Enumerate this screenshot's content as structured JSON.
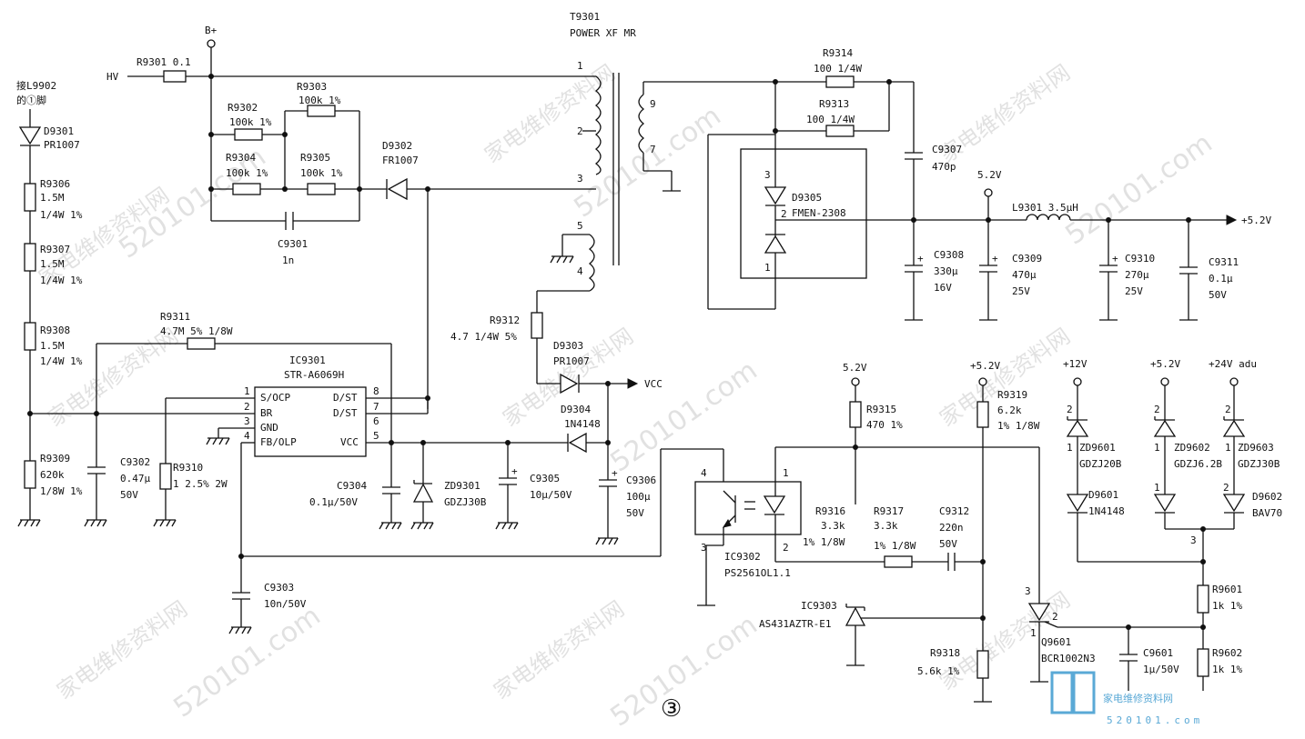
{
  "labels": {
    "b_plus": "B+",
    "hv": "HV",
    "r9301": "R9301 0.1",
    "t9301_ref": "T9301",
    "t9301_name": "POWER XF MR",
    "pin1": "1",
    "pin2": "2",
    "pin3": "3",
    "pin4": "4",
    "pin5": "5",
    "pin7": "7",
    "pin9": "9",
    "l9902_note1": "接L9902",
    "l9902_note2": "的①脚",
    "d9301_ref": "D9301",
    "d9301_val": "PR1007",
    "r9306_ref": "R9306",
    "r9306_v1": "1.5M",
    "r9306_v2": "1/4W 1%",
    "r9307_ref": "R9307",
    "r9307_v1": "1.5M",
    "r9307_v2": "1/4W 1%",
    "r9308_ref": "R9308",
    "r9308_v1": "1.5M",
    "r9308_v2": "1/4W 1%",
    "r9309_ref": "R9309",
    "r9309_v1": "620k",
    "r9309_v2": "1/8W 1%",
    "r9302_ref": "R9302",
    "r9302_val": "100k 1%",
    "r9303_ref": "R9303",
    "r9303_val": "100k 1%",
    "r9304_ref": "R9304",
    "r9304_val": "100k 1%",
    "r9305_ref": "R9305",
    "r9305_val": "100k 1%",
    "d9302_ref": "D9302",
    "d9302_val": "FR1007",
    "c9301_ref": "C9301",
    "c9301_val": "1n",
    "r9311_ref": "R9311",
    "r9311_val": "4.7M 5% 1/8W",
    "ic9301_ref": "IC9301",
    "ic9301_val": "STR-A6069H",
    "ic_s_ocp": "S/OCP",
    "ic_br": "BR",
    "ic_gnd": "GND",
    "ic_fb": "FB/OLP",
    "ic_dst1": "D/ST",
    "ic_dst2": "D/ST",
    "ic_vcc": "VCC",
    "ic_p1": "1",
    "ic_p2": "2",
    "ic_p3": "3",
    "ic_p4": "4",
    "ic_p8": "8",
    "ic_p7": "7",
    "ic_p6": "6",
    "ic_p5": "5",
    "c9302_ref": "C9302",
    "c9302_v1": "0.47µ",
    "c9302_v2": "50V",
    "r9310_ref": "R9310",
    "r9310_val": "1 2.5% 2W",
    "c9303_ref": "C9303",
    "c9303_val": "10n/50V",
    "c9304_ref": "C9304",
    "c9304_val": "0.1µ/50V",
    "zd9301_ref": "ZD9301",
    "zd9301_val": "GDZJ30B",
    "c9305_ref": "C9305",
    "c9305_val": "10µ/50V",
    "c9306_ref": "C9306",
    "c9306_v1": "100µ",
    "c9306_v2": "50V",
    "r9312_ref": "R9312",
    "r9312_val": "4.7 1/4W 5%",
    "d9303_ref": "D9303",
    "d9303_val": "PR1007",
    "d9304_ref": "D9304",
    "d9304_val": "1N4148",
    "vcc": "VCC",
    "r9314_ref": "R9314",
    "r9314_val": "100 1/4W",
    "r9313_ref": "R9313",
    "r9313_val": "100  1/4W",
    "c9307_ref": "C9307",
    "c9307_val": "470p",
    "d9305_ref": "D9305",
    "d9305_val": "FMEN-2308",
    "d9305_p3": "3",
    "d9305_p2": "2",
    "d9305_p1": "1",
    "v52_top": "5.2V",
    "l9301": "L9301 3.5µH",
    "out_52": "+5.2V",
    "c9308_ref": "C9308",
    "c9308_v1": "330µ",
    "c9308_v2": "16V",
    "c9309_ref": "C9309",
    "c9309_v1": "470µ",
    "c9309_v2": "25V",
    "c9310_ref": "C9310",
    "c9310_v1": "270µ",
    "c9310_v2": "25V",
    "c9311_ref": "C9311",
    "c9311_v1": "0.1µ",
    "c9311_v2": "50V",
    "v52_a": "5.2V",
    "v52_b": "+5.2V",
    "v12": "+12V",
    "v52_c": "+5.2V",
    "v24": "+24V adu",
    "r9315_ref": "R9315",
    "r9315_val": "470 1%",
    "r9319_ref": "R9319",
    "r9319_v1": "6.2k",
    "r9319_v2": "1% 1/8W",
    "ic9302_ref": "IC9302",
    "ic9302_val": "PS2561OL1.1",
    "ic9302_p4": "4",
    "ic9302_p3": "3",
    "ic9302_p1": "1",
    "ic9302_p2": "2",
    "r9316_ref": "R9316",
    "r9316_v1": "3.3k",
    "r9316_v2": "1% 1/8W",
    "r9317_ref": "R9317",
    "r9317_v1": "3.3k",
    "r9317_v2": "1% 1/8W",
    "c9312_ref": "C9312",
    "c9312_v1": "220n",
    "c9312_v2": "50V",
    "ic9303_ref": "IC9303",
    "ic9303_val": "AS431AZTR-E1",
    "r9318_ref": "R9318",
    "r9318_val": "5.6k 1%",
    "zd9601_ref": "ZD9601",
    "zd9601_val": "GDZJ20B",
    "zd9602_ref": "ZD9602",
    "zd9602_val": "GDZJ6.2B",
    "zd9603_ref": "ZD9603",
    "zd9603_val": "GDZJ30B",
    "d9601_ref": "D9601",
    "d9601_val": "1N4148",
    "d9602_ref": "D9602",
    "d9602_val": "BAV70",
    "q9601_ref": "Q9601",
    "q9601_val": "BCR1002N3",
    "r9601_ref": "R9601",
    "r9601_val": "1k 1%",
    "r9602_ref": "R9602",
    "r9602_val": "1k 1%",
    "c9601_ref": "C9601",
    "c9601_val": "1µ/50V",
    "zd_p2": "2",
    "zd_p1": "1",
    "d9602_p3": "3",
    "q_p3": "3",
    "q_p2": "2",
    "q_p1": "1",
    "page_marker": "③"
  },
  "watermark": {
    "cn": "家电维修资料网",
    "url": "520101.com"
  },
  "logo": {
    "cn": "家电维修资料网",
    "url": "520101.com"
  }
}
